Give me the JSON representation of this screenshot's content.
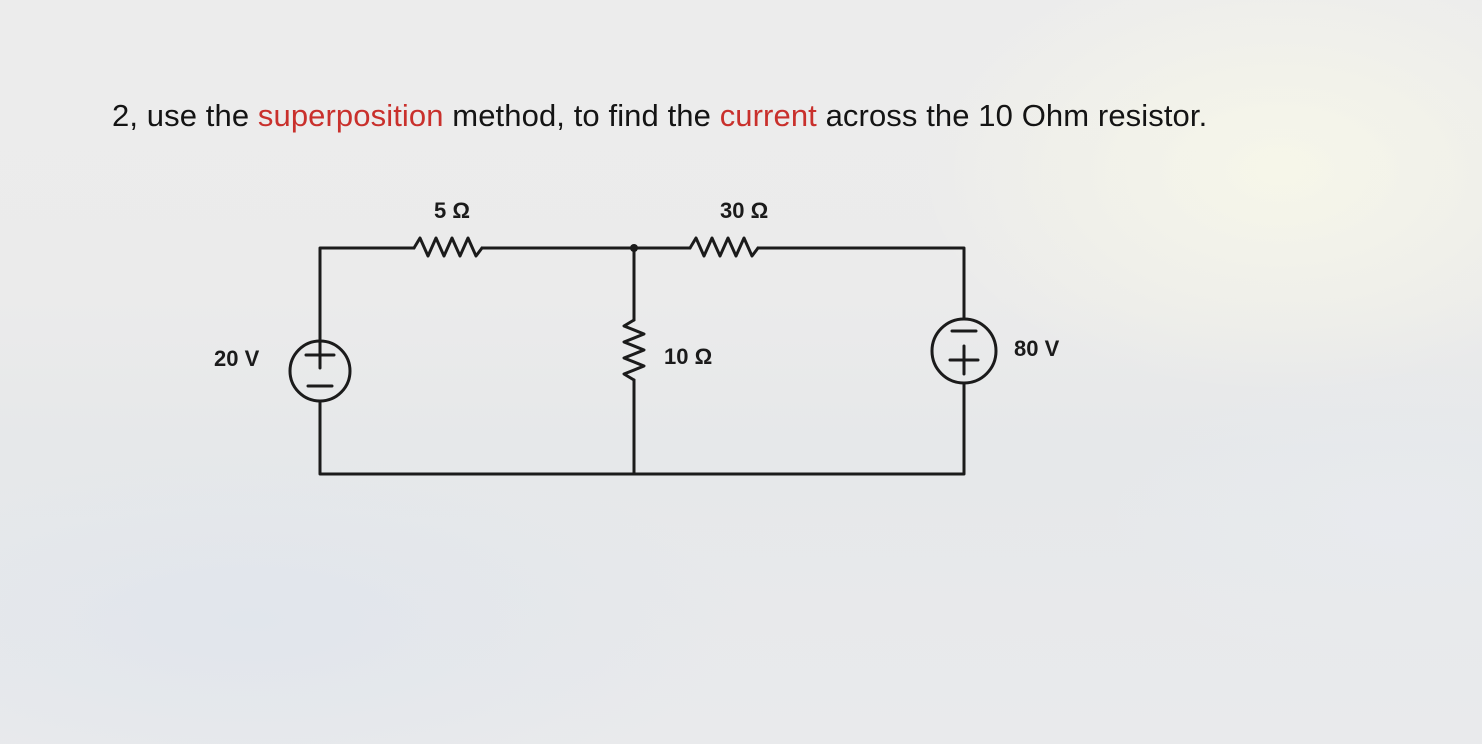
{
  "question": {
    "lead": "2, use the ",
    "term1": "superposition",
    "mid": " method, to find the ",
    "term2": "current",
    "tail": " across the 10 Ohm resistor."
  },
  "circuit": {
    "resistor_top_left": "5 Ω",
    "resistor_top_right": "30 Ω",
    "resistor_middle": "10 Ω",
    "source_left": "20 V",
    "source_right": "80 V"
  },
  "colors": {
    "text": "#141414",
    "accent": "#c9302c",
    "wire": "#1b1b1b"
  }
}
